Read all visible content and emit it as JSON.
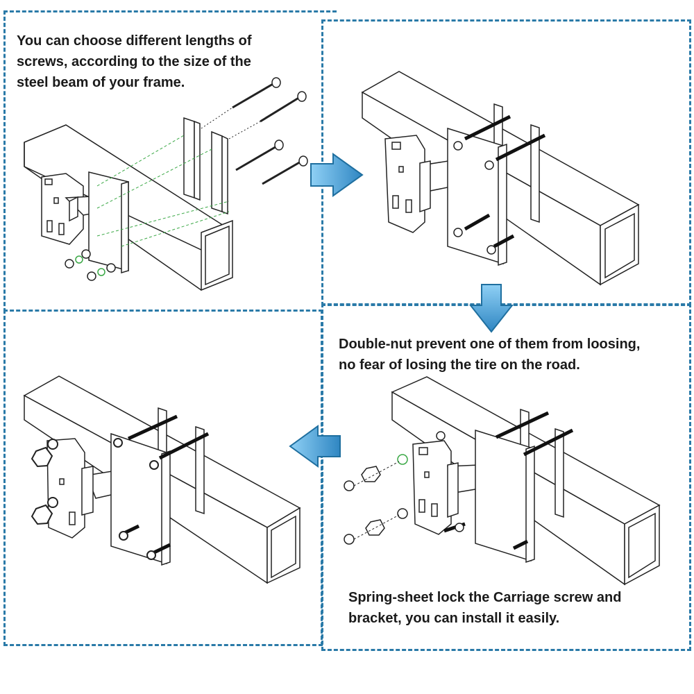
{
  "captions": {
    "step1": [
      "You can choose different lengths of",
      "screws, according to the size of the",
      "steel beam of your frame."
    ],
    "step2": [
      "Double-nut prevent one of them from loosing,",
      "no fear of losing the tire on the road."
    ],
    "step3": [
      "Spring-sheet lock the Carriage screw and",
      "bracket, you can install it easily."
    ]
  },
  "icons": {
    "arrow_right": "arrow-right-icon",
    "arrow_down": "arrow-down-icon",
    "arrow_left": "arrow-left-icon"
  },
  "colors": {
    "panel_border": "#2a7aa8",
    "arrow_fill": "#4aa0d5",
    "arrow_stroke": "#1f6f9f",
    "guide_line": "#3aa845",
    "line_art": "#222222"
  }
}
